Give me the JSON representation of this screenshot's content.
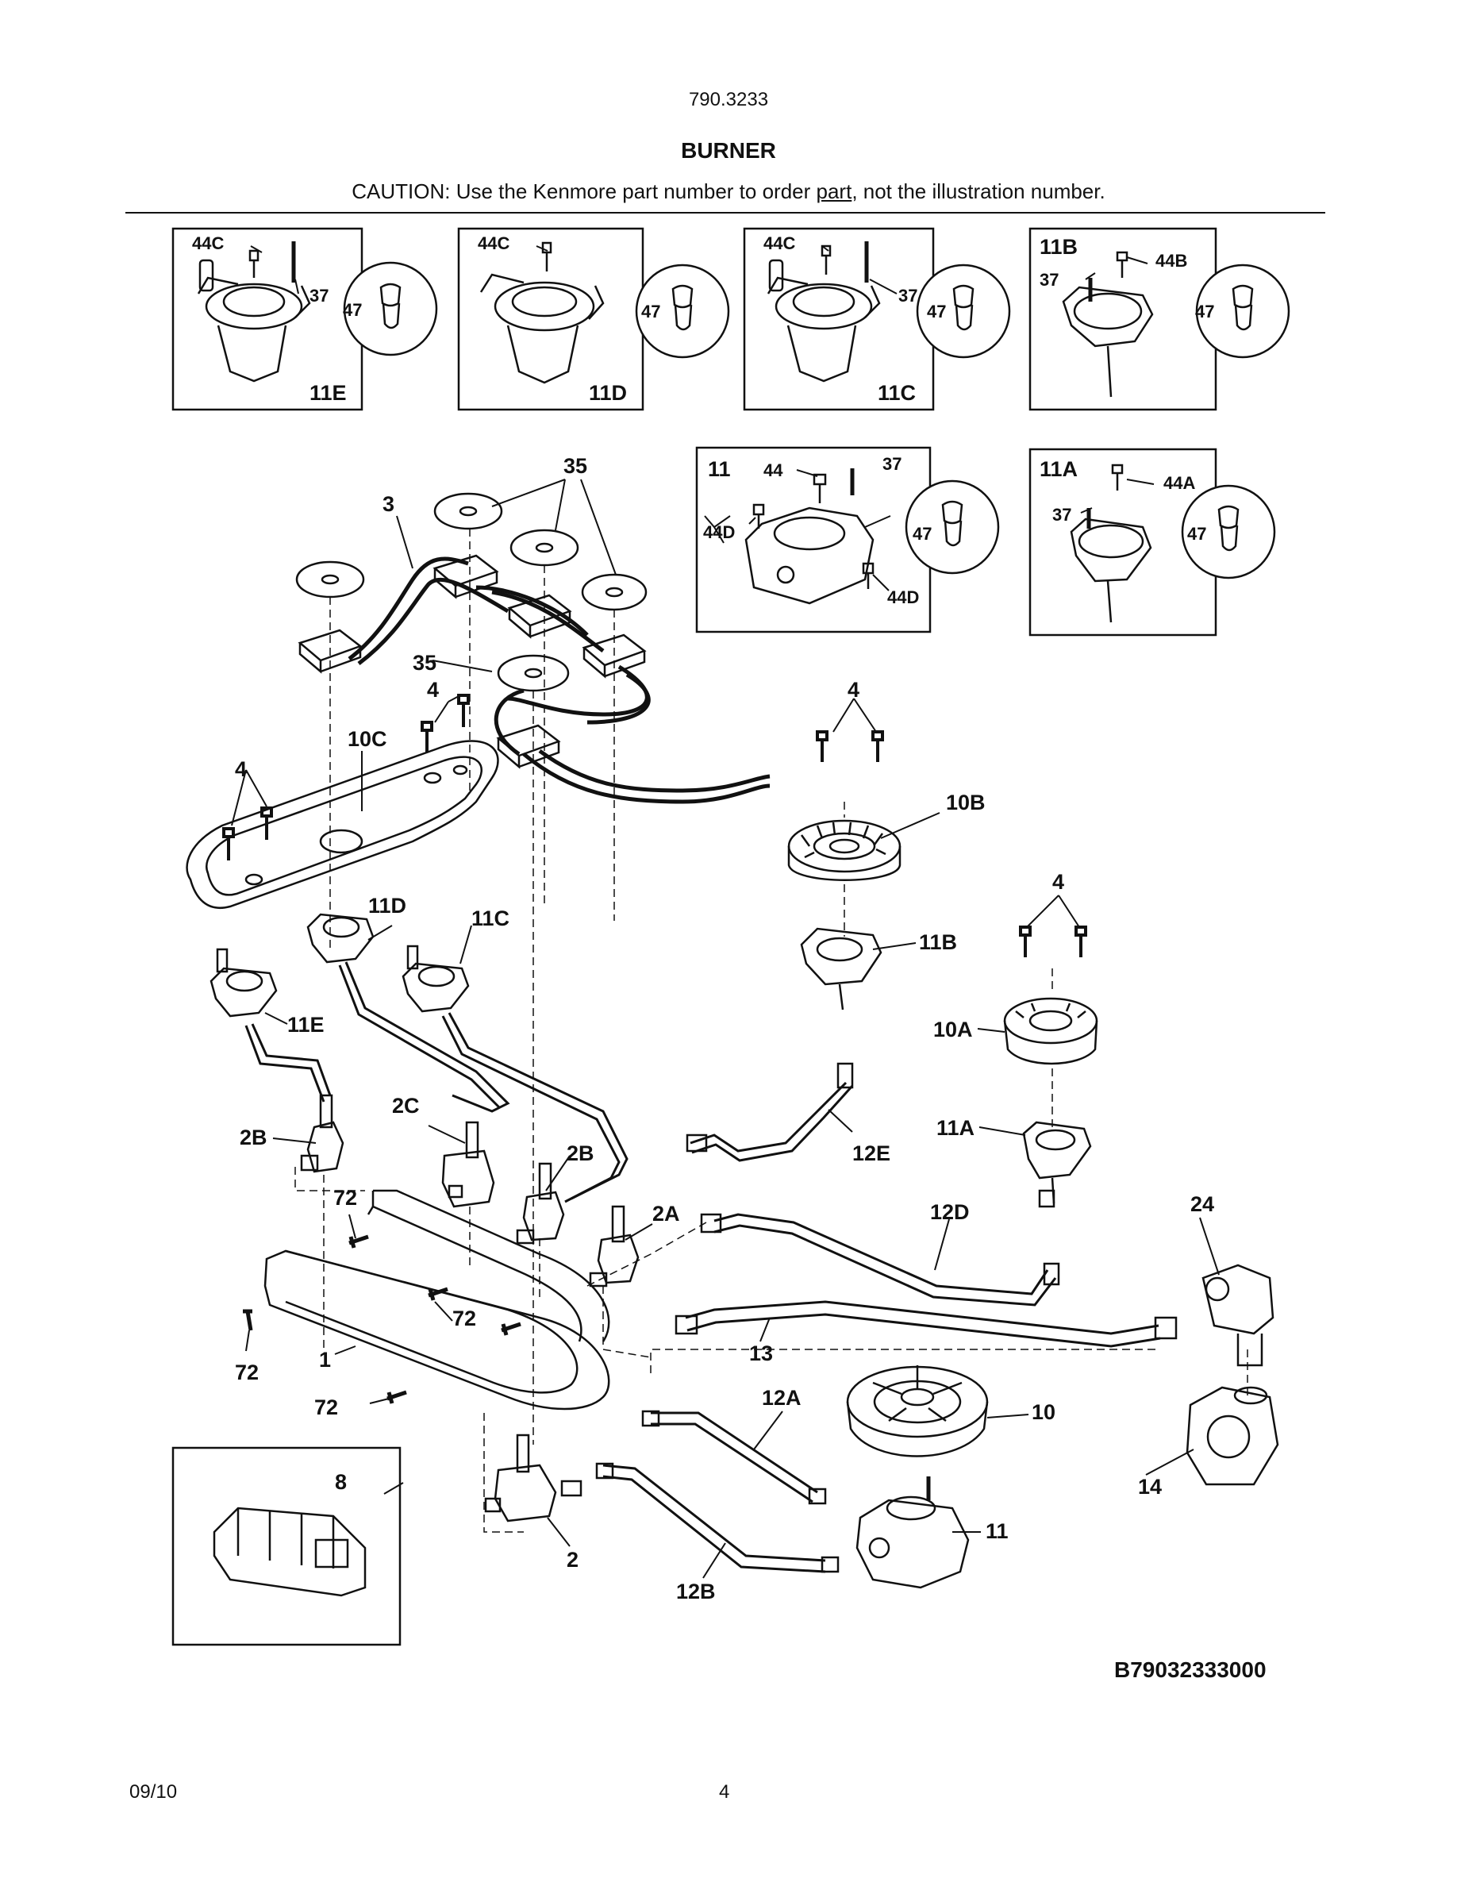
{
  "header": {
    "model_number": "790.3233",
    "title": "BURNER",
    "caution_before": "CAUTION: Use the Kenmore part number to order ",
    "caution_underlined": "part",
    "caution_after": ", not the illustration number."
  },
  "insets": [
    {
      "id": "11E",
      "labels": [
        "44C",
        "37",
        "47",
        "11E"
      ]
    },
    {
      "id": "11D",
      "labels": [
        "44C",
        "47",
        "11D"
      ]
    },
    {
      "id": "11C",
      "labels": [
        "44C",
        "37",
        "47",
        "11C"
      ]
    },
    {
      "id": "11B",
      "labels": [
        "11B",
        "44B",
        "37",
        "47"
      ]
    },
    {
      "id": "11",
      "labels": [
        "11",
        "44",
        "37",
        "44D",
        "47",
        "44D"
      ]
    },
    {
      "id": "11A",
      "labels": [
        "11A",
        "44A",
        "37",
        "47"
      ]
    },
    {
      "id": "8",
      "labels": [
        "8"
      ]
    }
  ],
  "callouts": [
    "35",
    "3",
    "35",
    "4",
    "10C",
    "4",
    "11D",
    "11C",
    "11E",
    "2C",
    "2B",
    "2B",
    "72",
    "2A",
    "72",
    "1",
    "72",
    "72",
    "4",
    "10B",
    "11B",
    "4",
    "10A",
    "11A",
    "12E",
    "12D",
    "24",
    "13",
    "12A",
    "10",
    "11",
    "14",
    "2",
    "12B"
  ],
  "figure_code": "B79032333000",
  "footer": {
    "date": "09/10",
    "page": "4"
  }
}
